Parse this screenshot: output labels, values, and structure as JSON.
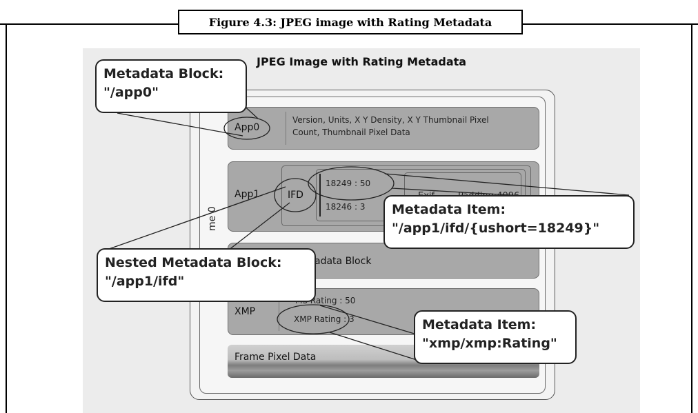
{
  "figure_caption": "Figure 4.3: JPEG image with Rating Metadata",
  "diagram_title": "JPEG Image with Rating Metadata",
  "frame_label": "me 0",
  "app0": {
    "label": "App0",
    "description_line1": "Version, Units, X Y Density, X Y Thumbnail Pixel",
    "description_line2": "Count, Thumbnail Pixel Data"
  },
  "app1": {
    "label": "App1",
    "ifd_label": "IFD",
    "item1": "18249 : 50",
    "item2": "18246 : 3",
    "exif_label": "Exif",
    "padding_label": "Padding:4096"
  },
  "metadata_block_label": "adata Block",
  "xmp": {
    "label": "XMP",
    "rating_partial": "MS Rating : 50",
    "rating": "XMP Rating : 3"
  },
  "frame_pixel_label": "Frame Pixel Data",
  "callouts": {
    "app0_block": {
      "line1": "Metadata Block:",
      "line2": "\"/app0\""
    },
    "metadata_item_1": {
      "line1": "Metadata Item:",
      "line2": "\"/app1/ifd/{ushort=18249}\""
    },
    "nested_block": {
      "line1": "Nested Metadata Block:",
      "line2": "\"/app1/ifd\""
    },
    "metadata_item_2": {
      "line1": "Metadata Item:",
      "line2": "\"xmp/xmp:Rating\""
    }
  }
}
